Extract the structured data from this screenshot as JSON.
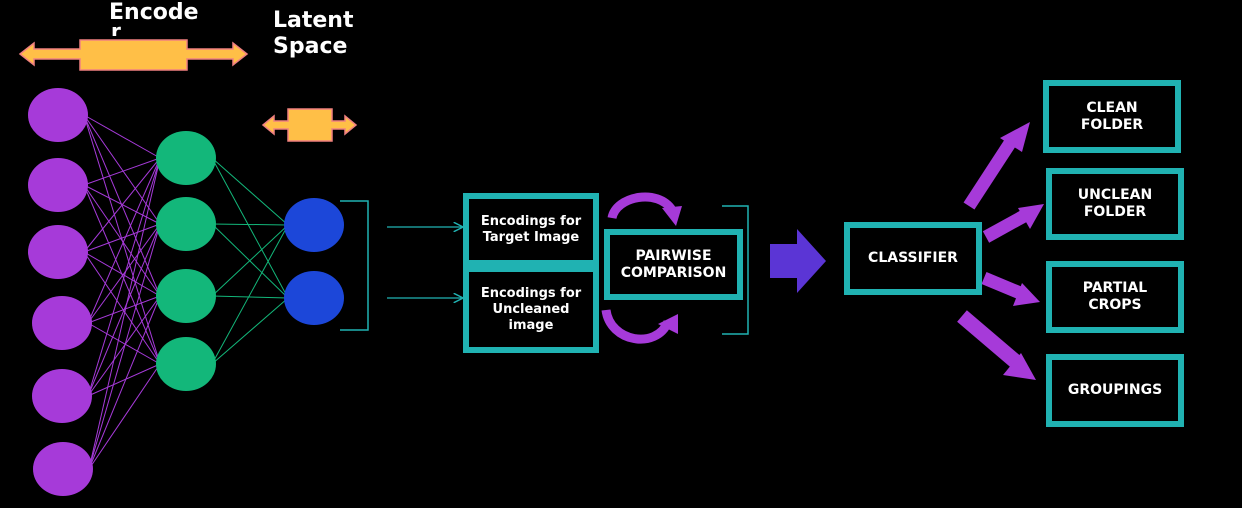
{
  "labels": {
    "encoder": "Encode",
    "encoder_cut": "r",
    "latent_space": "Latent\nSpace"
  },
  "boxes": {
    "target_encodings": "Encodings for\nTarget Image",
    "uncleaned_encodings": "Encodings for\nUncleaned\nimage",
    "pairwise_comparison": "PAIRWISE\nCOMPARISON",
    "classifier": "CLASSIFIER",
    "clean_folder": "CLEAN\nFOLDER",
    "unclean_folder": "UNCLEAN\nFOLDER",
    "partial_crops": "PARTIAL\nCROPS",
    "groupings": "GROUPINGS"
  },
  "colors": {
    "input_node": "#a63ad9",
    "hidden_node": "#13b77a",
    "latent_node": "#1c47d9",
    "connection_input": "#a63ad9",
    "connection_hidden": "#13b77a",
    "box_border": "#20b2b2",
    "arrow_purple": "#a63ad9",
    "arrow_indigo": "#5b35d5",
    "bar_fill": "#ffbf47",
    "bar_outline": "#f08080"
  }
}
